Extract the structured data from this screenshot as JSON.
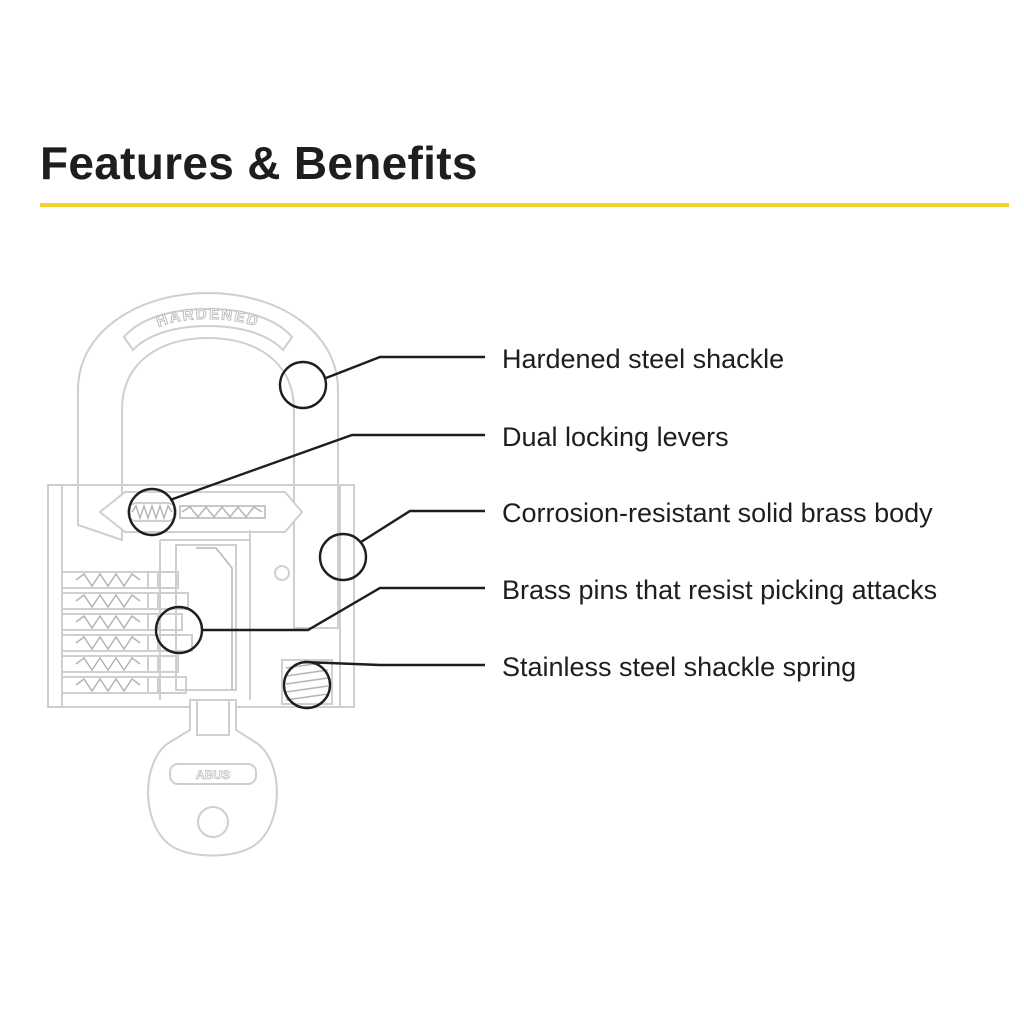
{
  "heading": {
    "title": "Features & Benefits",
    "rule_color": "#f2cf2a"
  },
  "lock": {
    "shackle_engraving": "HARDENED",
    "key_brand": "ABUS"
  },
  "features": [
    {
      "label": "Hardened steel shackle"
    },
    {
      "label": "Dual locking levers"
    },
    {
      "label": "Corrosion-resistant solid brass body"
    },
    {
      "label": "Brass pins that resist picking attacks"
    },
    {
      "label": "Stainless steel shackle spring"
    }
  ],
  "icons": [
    "callout-circle-icon",
    "padlock-illustration",
    "key-illustration"
  ]
}
